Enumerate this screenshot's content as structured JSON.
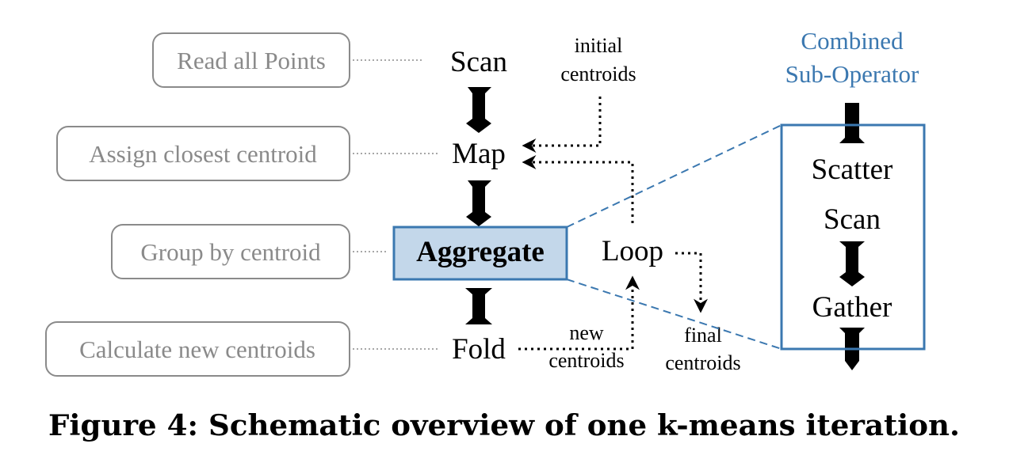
{
  "descriptions": {
    "read": "Read all Points",
    "assign": "Assign closest centroid",
    "group": "Group by centroid",
    "calculate": "Calculate new centroids"
  },
  "operators": {
    "scan": "Scan",
    "map": "Map",
    "aggregate": "Aggregate",
    "fold": "Fold",
    "loop": "Loop"
  },
  "edge_labels": {
    "initial_line1": "initial",
    "initial_line2": "centroids",
    "new_line1": "new",
    "new_line2": "centroids",
    "final_line1": "final",
    "final_line2": "centroids"
  },
  "combined": {
    "title_line1": "Combined",
    "title_line2": "Sub-Operator",
    "scatter": "Scatter",
    "scan": "Scan",
    "gather": "Gather"
  },
  "caption": "Figure 4: Schematic overview of one k-means iteration.",
  "colors": {
    "accent_blue": "#3b78b0",
    "aggregate_fill": "#c3d7ea",
    "description_gray": "#8a8a8a"
  }
}
